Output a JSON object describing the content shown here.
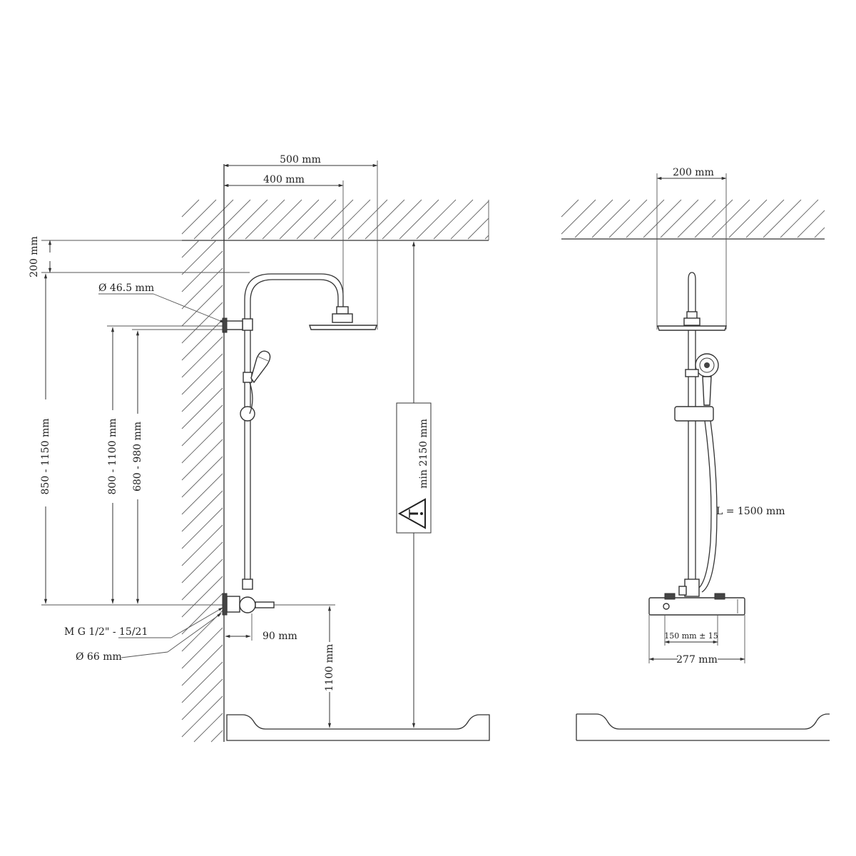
{
  "left_view": {
    "dims": {
      "width_500": "500 mm",
      "width_400": "400 mm",
      "gap_200": "200 mm",
      "pipe_diameter": "Ø 46.5 mm",
      "height_850_1150": "850 - 1150 mm",
      "height_800_1100": "800 - 1100 mm",
      "height_680_980": "680 - 980 mm",
      "min_height": "min 2150 mm",
      "thread": "M G 1/2\" - 15/21",
      "flange_diameter": "Ø 66 mm",
      "offset_90": "90 mm",
      "height_1100": "1100 mm"
    }
  },
  "right_view": {
    "dims": {
      "width_200": "200 mm",
      "hose_length": "L = 1500 mm",
      "spacing": "150 mm ± 15",
      "width_277": "277 mm"
    }
  },
  "colors": {
    "line": "#333333",
    "background": "#ffffff"
  }
}
